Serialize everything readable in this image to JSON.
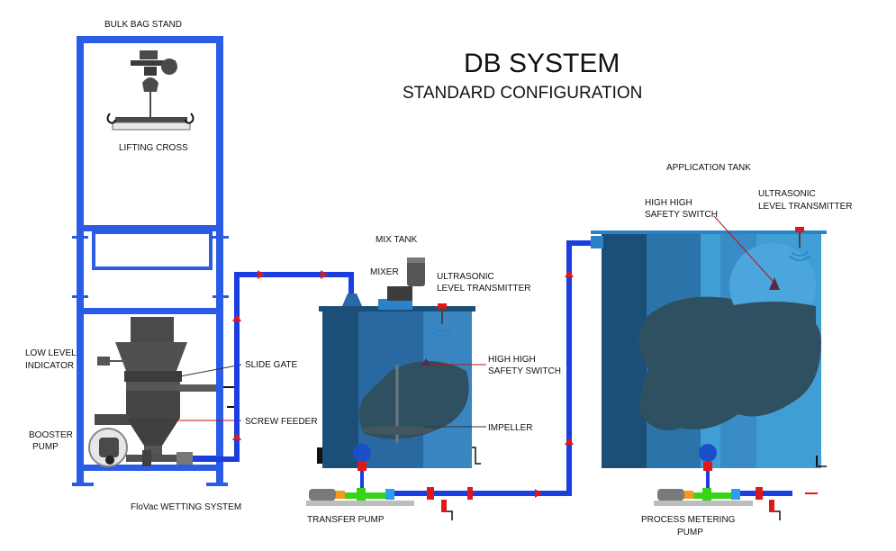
{
  "title": "DB SYSTEM",
  "subtitle": "STANDARD CONFIGURATION",
  "colors": {
    "frame_blue": "#2a5ce6",
    "pipe_blue": "#1a3ee0",
    "tank_dark": "#1c4f78",
    "tank_light": "#3f9fd4",
    "water_dark": "#2f5060",
    "flow_arrow": "#e01818",
    "pump_green": "#39d317",
    "pump_orange": "#f39a1a",
    "machine_grey": "#4a4a4a"
  },
  "labels": {
    "bulk_bag_stand": "BULK BAG STAND",
    "lifting_cross": "LIFTING CROSS",
    "low_level_indicator_1": "LOW LEVEL",
    "low_level_indicator_2": "INDICATOR",
    "slide_gate": "SLIDE GATE",
    "screw_feeder": "SCREW FEEDER",
    "booster_pump_1": "BOOSTER",
    "booster_pump_2": "PUMP",
    "wetting_system": "FloVac WETTING SYSTEM",
    "mix_tank": "MIX TANK",
    "mixer": "MIXER",
    "mix_ultrasonic_1": "ULTRASONIC",
    "mix_ultrasonic_2": "LEVEL TRANSMITTER",
    "mix_hh_switch_1": "HIGH HIGH",
    "mix_hh_switch_2": "SAFETY SWITCH",
    "impeller": "IMPELLER",
    "transfer_pump": "TRANSFER PUMP",
    "application_tank": "APPLICATION TANK",
    "app_hh_switch_1": "HIGH HIGH",
    "app_hh_switch_2": "SAFETY SWITCH",
    "app_ultrasonic_1": "ULTRASONIC",
    "app_ultrasonic_2": "LEVEL TRANSMITTER",
    "process_pump_1": "PROCESS METERING",
    "process_pump_2": "PUMP"
  }
}
